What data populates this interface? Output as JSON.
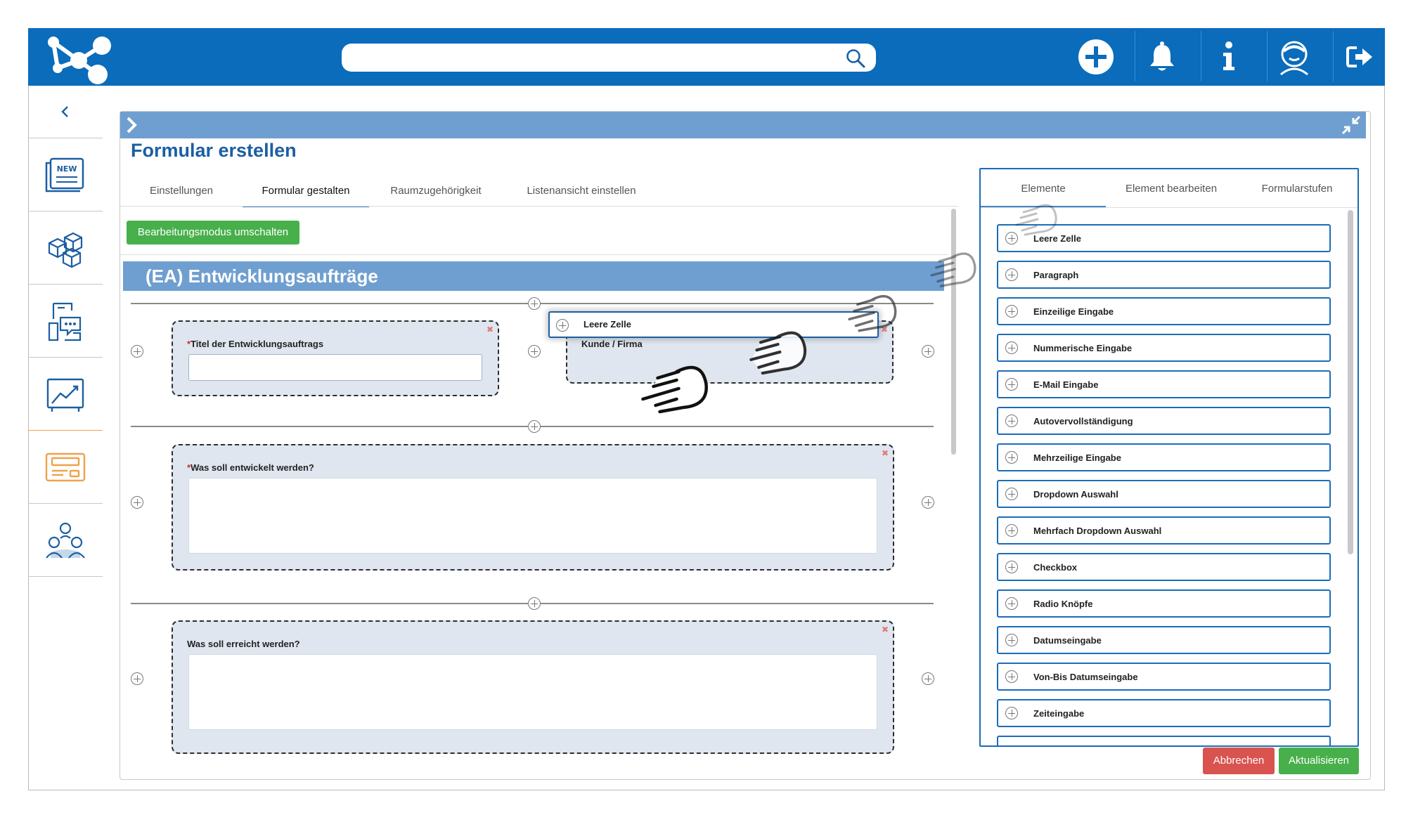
{
  "header": {
    "search_placeholder": ""
  },
  "panel": {
    "title": "Formular erstellen",
    "tabs": [
      {
        "label": "Einstellungen"
      },
      {
        "label": "Formular gestalten"
      },
      {
        "label": "Raumzugehörigkeit"
      },
      {
        "label": "Listenansicht einstellen"
      }
    ],
    "active_tab": "Formular gestalten"
  },
  "canvas": {
    "mode_button": "Bearbeitungsmodus umschalten",
    "form_title": "(EA) Entwicklungsaufträge",
    "cells": [
      {
        "label": "Titel der Entwicklungsauftrags",
        "required": true
      },
      {
        "label": "Kunde / Firma",
        "required": false
      },
      {
        "label": "Was soll entwickelt werden?",
        "required": true
      },
      {
        "label": "Was soll erreicht werden?",
        "required": false
      }
    ],
    "required_marker": "*",
    "close_glyph": "✖",
    "dragged_item": "Leere Zelle"
  },
  "elements_panel": {
    "tabs": [
      {
        "label": "Elemente"
      },
      {
        "label": "Element bearbeiten"
      },
      {
        "label": "Formularstufen"
      }
    ],
    "active_tab": "Elemente",
    "items": [
      "Leere Zelle",
      "Paragraph",
      "Einzeilige Eingabe",
      "Nummerische Eingabe",
      "E-Mail Eingabe",
      "Autovervollständigung",
      "Mehrzeilige Eingabe",
      "Dropdown Auswahl",
      "Mehrfach Dropdown Auswahl",
      "Checkbox",
      "Radio Knöpfe",
      "Datumseingabe",
      "Von-Bis Datumseingabe",
      "Zeiteingabe"
    ]
  },
  "footer": {
    "cancel": "Abbrechen",
    "update": "Aktualisieren"
  },
  "colors": {
    "brand_blue": "#0a6cbb",
    "panel_header": "#6f9fd0",
    "green": "#47b04b",
    "red": "#d9534f",
    "sidebar_icon": "#1b5fa3",
    "active_accent": "#f0a24a"
  },
  "icons": {
    "logo": "network-logo-icon",
    "search": "search-icon",
    "add": "plus-circle-icon",
    "notifications": "bell-icon",
    "info": "info-icon",
    "profile": "user-avatar-icon",
    "logout": "logout-icon"
  }
}
